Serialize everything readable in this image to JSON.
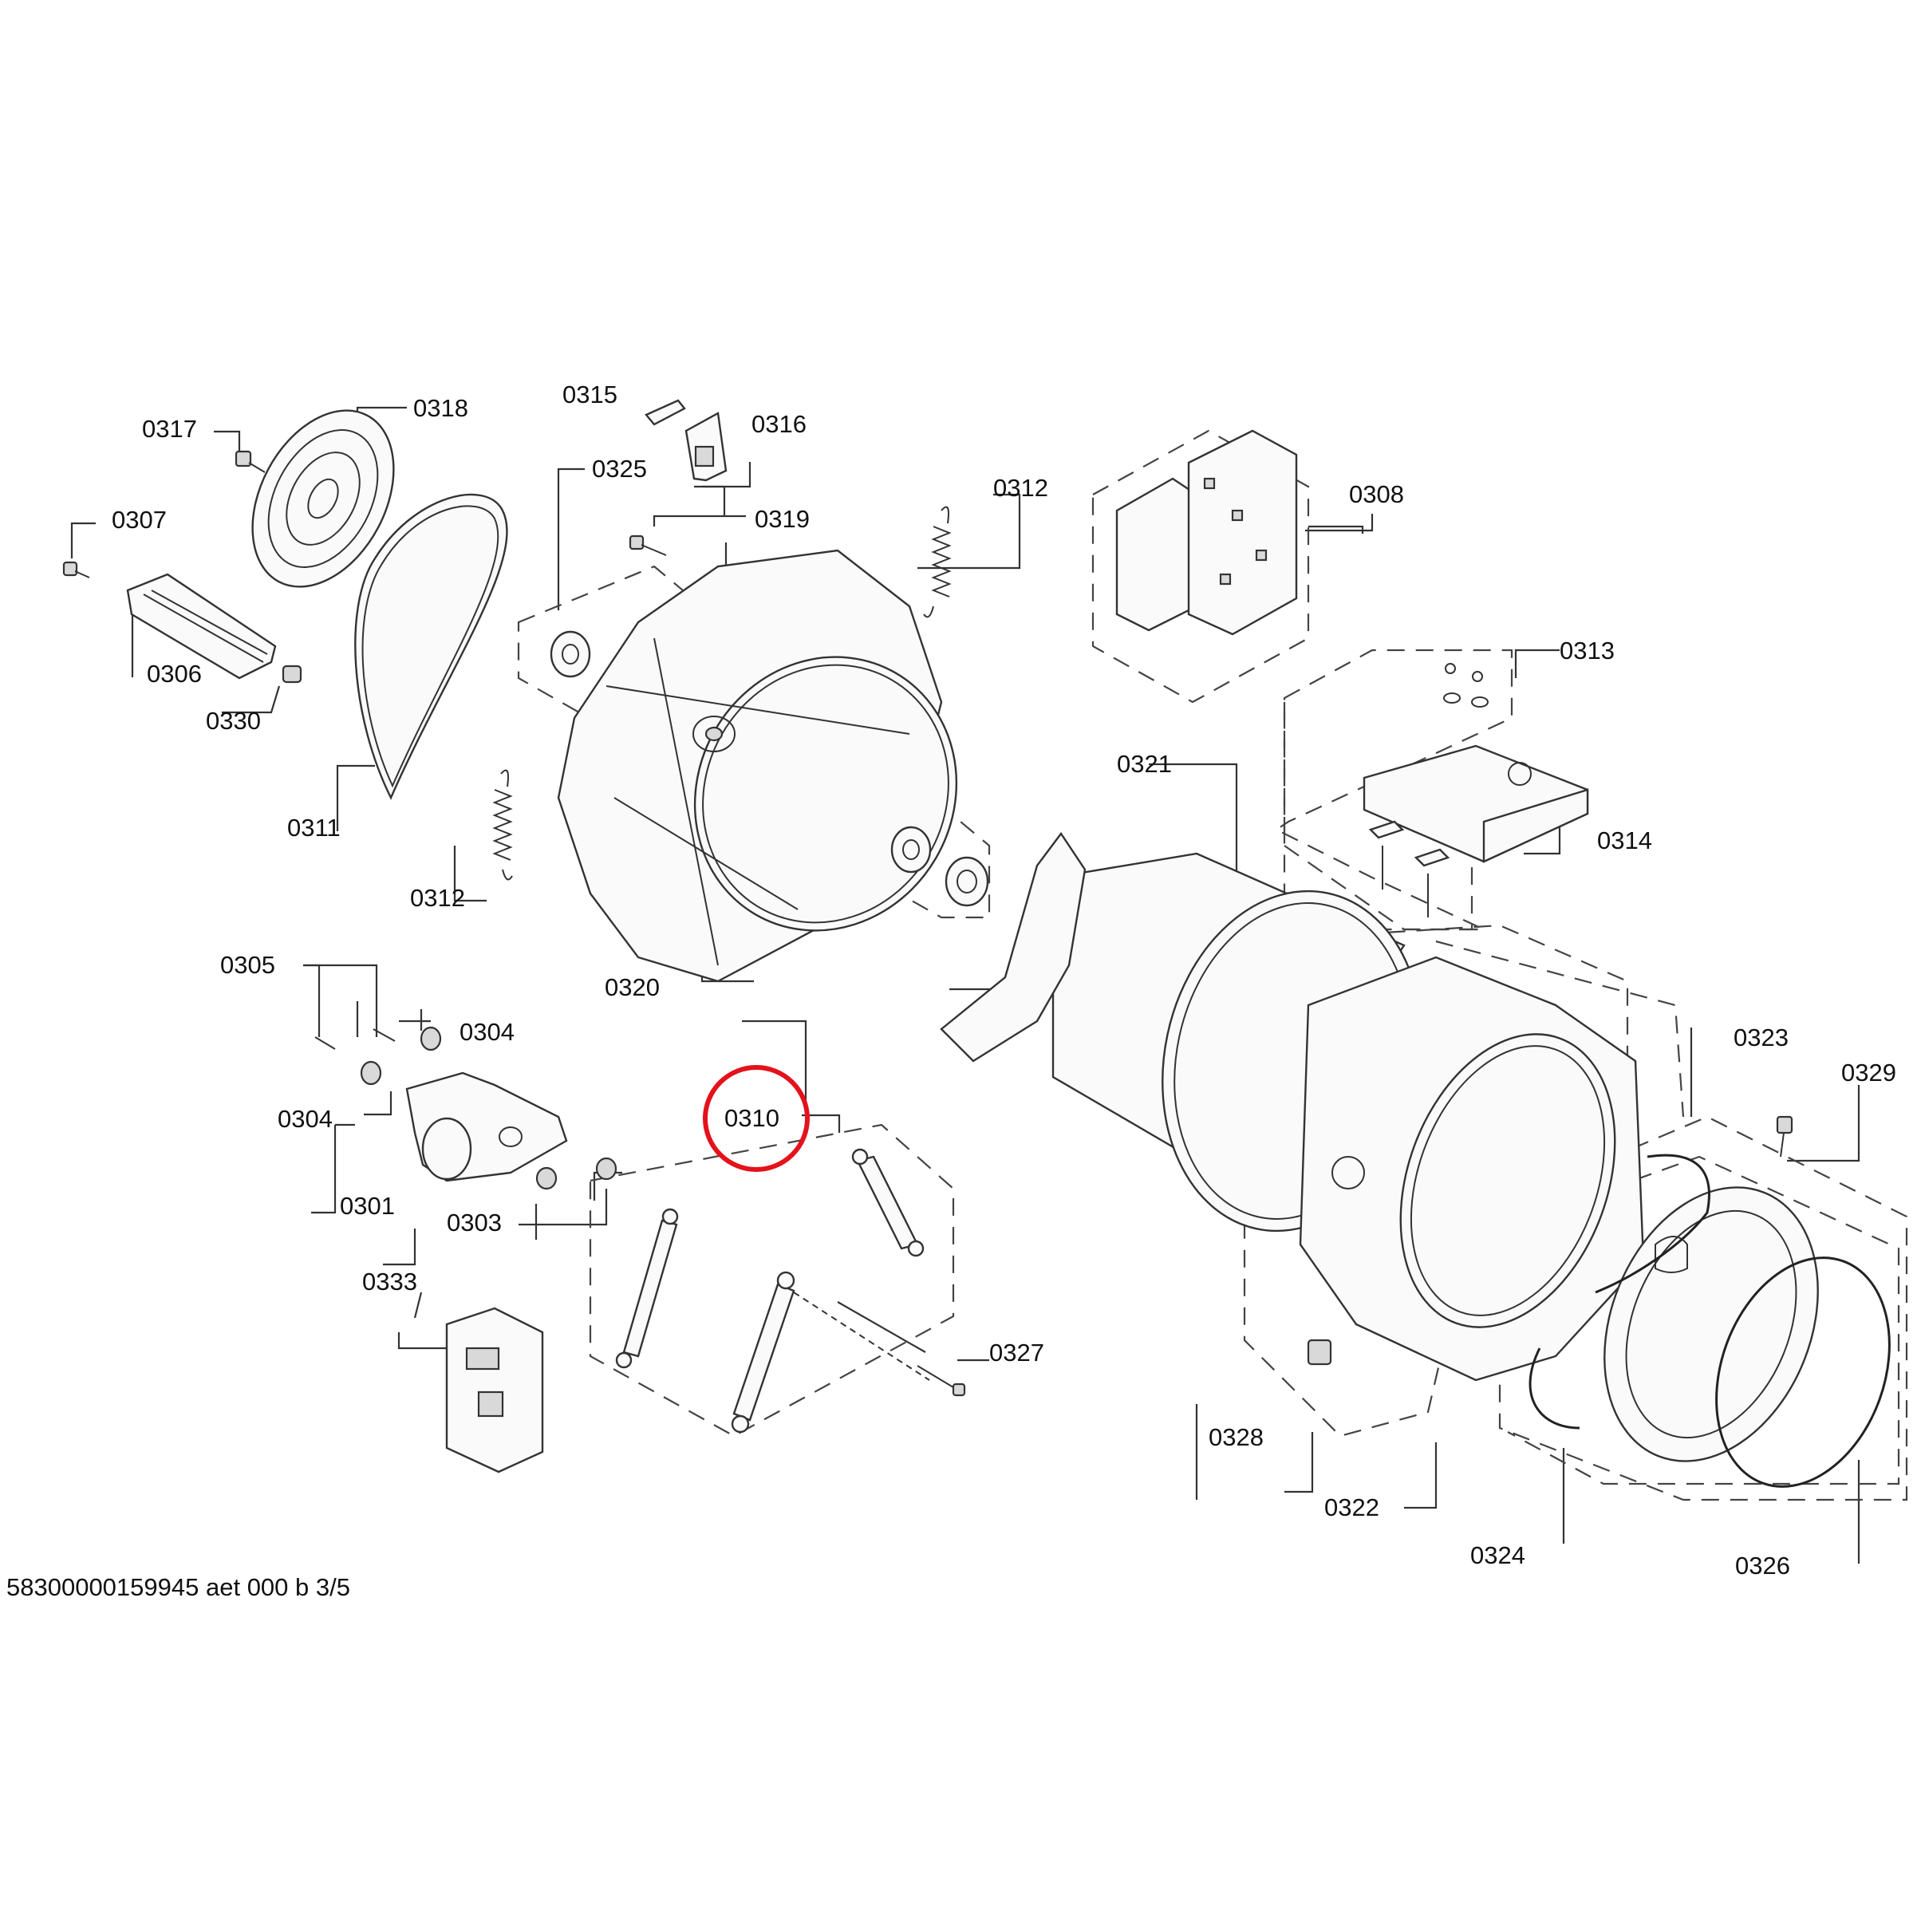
{
  "labels": {
    "p0301": "0301",
    "p0303": "0303",
    "p0304a": "0304",
    "p0304b": "0304",
    "p0305": "0305",
    "p0306": "0306",
    "p0307": "0307",
    "p0308": "0308",
    "p0310": "0310",
    "p0311": "0311",
    "p0312a": "0312",
    "p0312b": "0312",
    "p0313": "0313",
    "p0314": "0314",
    "p0315": "0315",
    "p0316": "0316",
    "p0317": "0317",
    "p0318": "0318",
    "p0319": "0319",
    "p0320": "0320",
    "p0321": "0321",
    "p0322": "0322",
    "p0323": "0323",
    "p0324": "0324",
    "p0325": "0325",
    "p0326": "0326",
    "p0327": "0327",
    "p0328": "0328",
    "p0329": "0329",
    "p0330": "0330",
    "p0333": "0333"
  },
  "footer": "58300000159945 aet 000 b 3/5",
  "highlight": {
    "color": "#e3121b"
  }
}
